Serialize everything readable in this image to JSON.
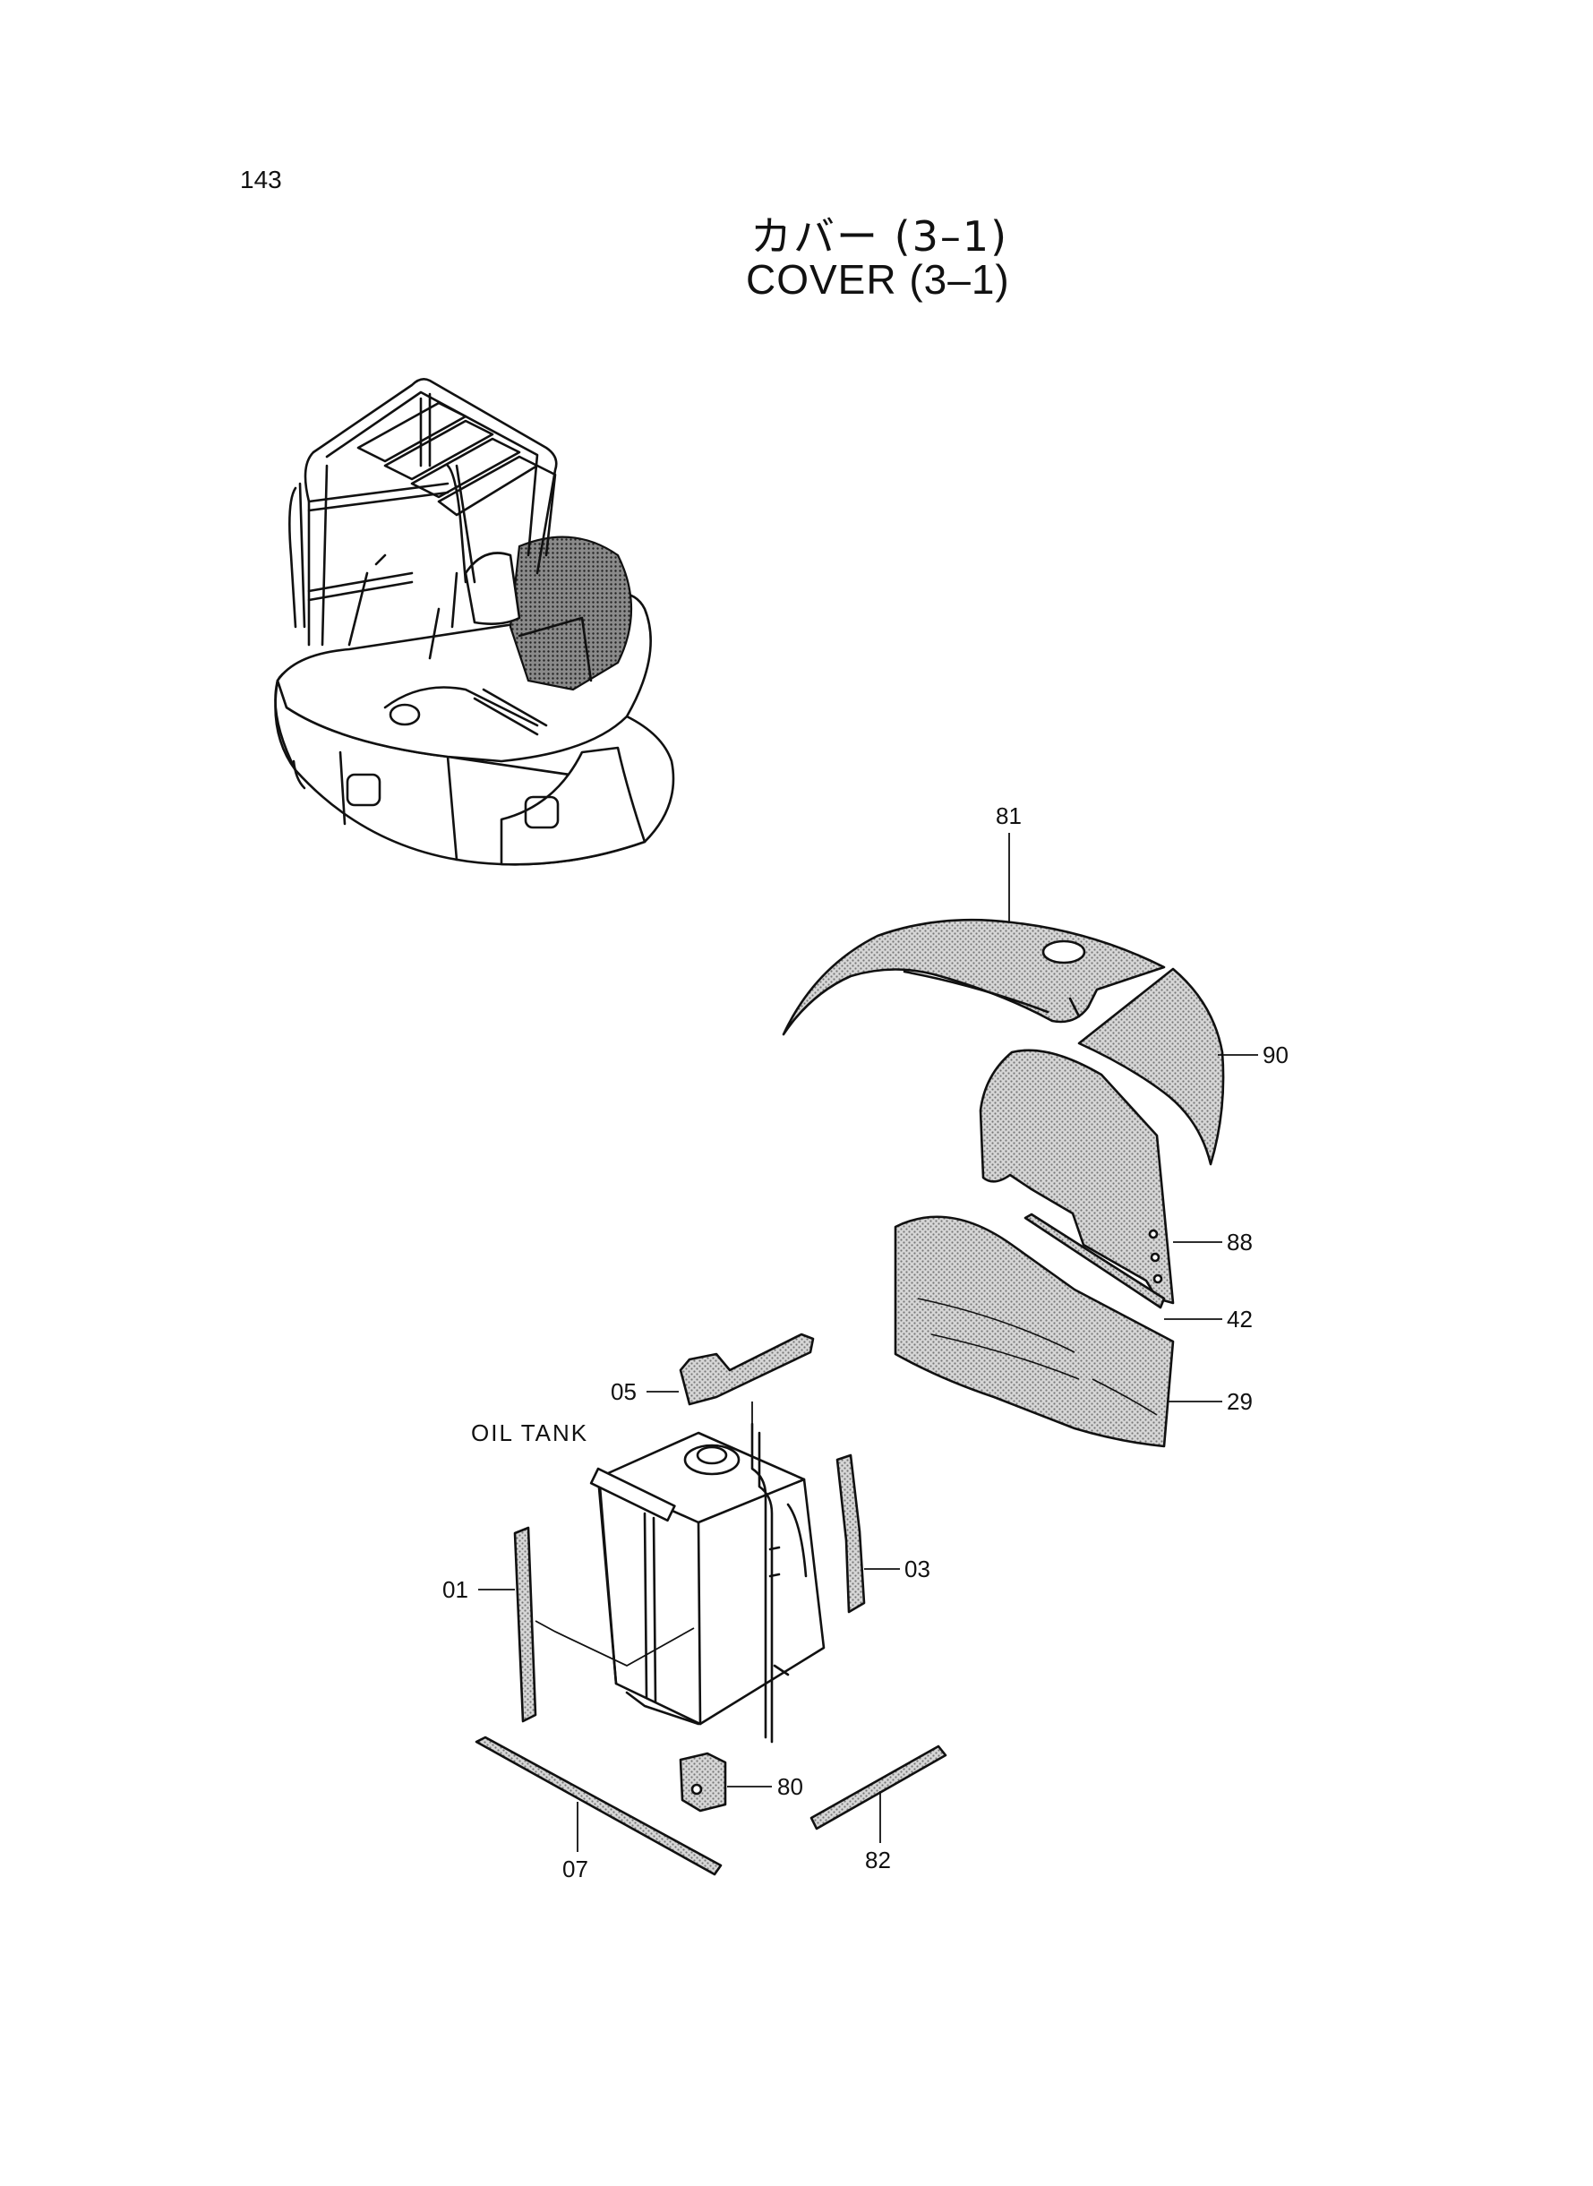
{
  "page_number": "143",
  "title_jp": "カバー (3–1)",
  "title_en": "COVER (3–1)",
  "group_label": "OIL TANK",
  "callouts": {
    "p81": "81",
    "p90": "90",
    "p88": "88",
    "p42": "42",
    "p29": "29",
    "p05": "05",
    "p03": "03",
    "p01": "01",
    "p80": "80",
    "p07": "07",
    "p82": "82"
  }
}
